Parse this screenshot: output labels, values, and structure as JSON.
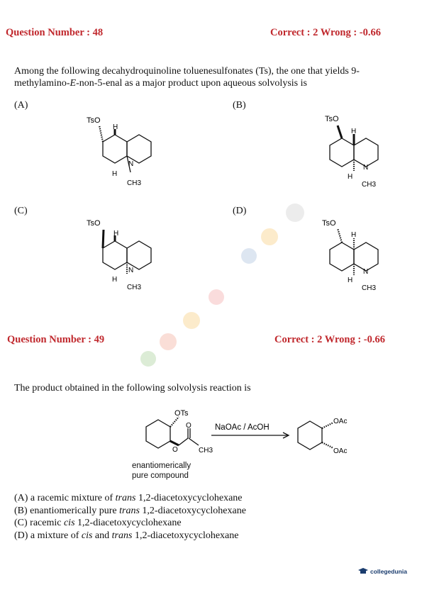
{
  "q48": {
    "number_label": "Question Number : 48",
    "score_label": "Correct : 2  Wrong : -0.66",
    "text_line1": "Among the following decahydroquinoline toluenesulfonates (Ts), the one that yields 9-",
    "text_line2_pre": "methylamino-",
    "text_line2_e": "E",
    "text_line2_post": "-non-5-enal as a major product upon aqueous solvolysis is",
    "options": [
      "(A)",
      "(B)",
      "(C)",
      "(D)"
    ],
    "struct_labels": {
      "tso": "TsO",
      "h": "H",
      "n": "N",
      "ch3": "CH3"
    }
  },
  "q49": {
    "number_label": "Question Number : 49",
    "score_label": "Correct : 2  Wrong : -0.66",
    "question": "The product obtained in the following solvolysis reaction is",
    "reagent": "NaOAc / AcOH",
    "reactant_labels": {
      "ots": "OTs",
      "o_carbonyl": "O",
      "o_ester": "O",
      "ch3": "CH3"
    },
    "product_labels": {
      "oac1": "OAc",
      "oac2": "OAc"
    },
    "note_line1": "enantiomerically",
    "note_line2": "pure compound",
    "answers": [
      {
        "letter": "(A) a racemic mixture of ",
        "em": "trans",
        "rest": " 1,2-diacetoxycyclohexane"
      },
      {
        "letter": "(B) enantiomerically pure ",
        "em": "trans",
        "rest": " 1,2-diacetoxycyclohexane"
      },
      {
        "letter": "(C) racemic ",
        "em": "cis",
        "rest": " 1,2-diacetoxycyclohexane"
      },
      {
        "letter": "(D) a mixture of ",
        "em": "cis",
        "rest": " and ",
        "em2": "trans",
        "rest2": " 1,2-diacetoxycyclohexane"
      }
    ]
  },
  "branding": {
    "name": "collegedunia",
    "icon": "graduation-cap-icon"
  },
  "colors": {
    "heading": "#c0282d",
    "text": "#111111"
  }
}
